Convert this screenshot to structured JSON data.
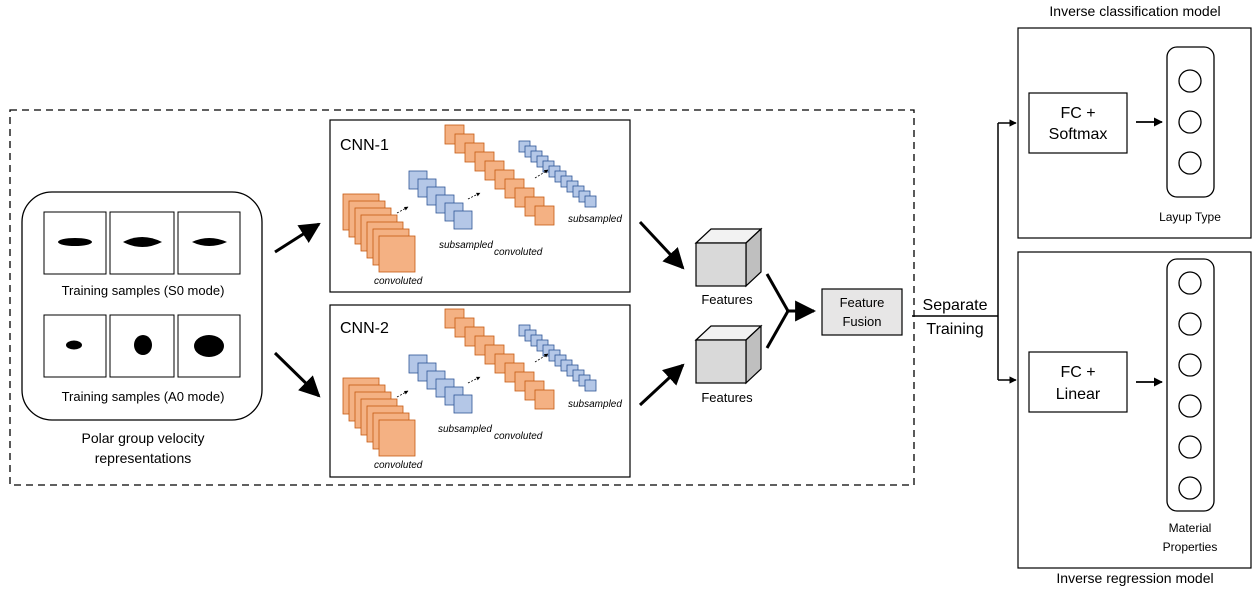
{
  "input": {
    "s0_caption": "Training samples (S0 mode)",
    "a0_caption": "Training samples (A0 mode)",
    "representation_label_line1": "Polar group velocity",
    "representation_label_line2": "representations"
  },
  "cnn1": {
    "title": "CNN-1",
    "convoluted_1": "convoluted",
    "subsampled_1": "subsampled",
    "convoluted_2": "convoluted",
    "subsampled_2": "subsampled"
  },
  "cnn2": {
    "title": "CNN-2",
    "convoluted_1": "convoluted",
    "subsampled_1": "subsampled",
    "convoluted_2": "convoluted",
    "subsampled_2": "subsampled"
  },
  "features_top": "Features",
  "features_bottom": "Features",
  "fusion": {
    "line1": "Feature",
    "line2": "Fusion"
  },
  "separate_training": {
    "line1": "Separate",
    "line2": "Training"
  },
  "classification": {
    "title": "Inverse classification model",
    "fc_line1": "FC +",
    "fc_line2": "Softmax",
    "output_label": "Layup Type",
    "node_count": 3
  },
  "regression": {
    "title": "Inverse regression model",
    "fc_line1": "FC +",
    "fc_line2": "Linear",
    "output_line1": "Material",
    "output_line2": "Properties",
    "node_count": 6
  },
  "colors": {
    "orange": "#f4b183",
    "orange_stroke": "#c55a11",
    "blue": "#b4c7e7",
    "blue_stroke": "#2f5597",
    "cube_front": "#d9d9d9",
    "cube_top": "#f2f2f2",
    "cube_side": "#bfbfbf",
    "fusion_fill": "#e7e6e6"
  }
}
